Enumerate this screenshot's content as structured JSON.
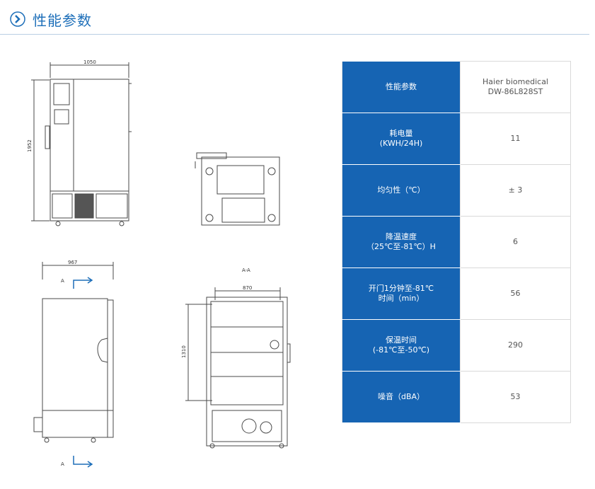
{
  "header": {
    "title": "性能参数",
    "accent": "#1e6fb9"
  },
  "drawings": {
    "front_width": "1050",
    "front_height": "1952",
    "side_depth": "967",
    "section_label": "A-A",
    "section_width": "870",
    "section_height": "1310",
    "section_marker_top": "A",
    "section_marker_bottom": "A"
  },
  "spec": {
    "rows": [
      {
        "label": "性能参数",
        "value": "Haier biomedical\nDW-86L828ST"
      },
      {
        "label": "耗电量\n(KWH/24H)",
        "value": "11"
      },
      {
        "label": "均匀性（℃）",
        "value": "± 3"
      },
      {
        "label": "降温速度\n（25℃至-81℃）H",
        "value": "6"
      },
      {
        "label": "开门1分钟至-81℃\n时间（min）",
        "value": "56"
      },
      {
        "label": "保温时间\n(-81℃至-50℃)",
        "value": "290"
      },
      {
        "label": "噪音（dBA）",
        "value": "53"
      }
    ],
    "label_bg": "#1664b3"
  }
}
